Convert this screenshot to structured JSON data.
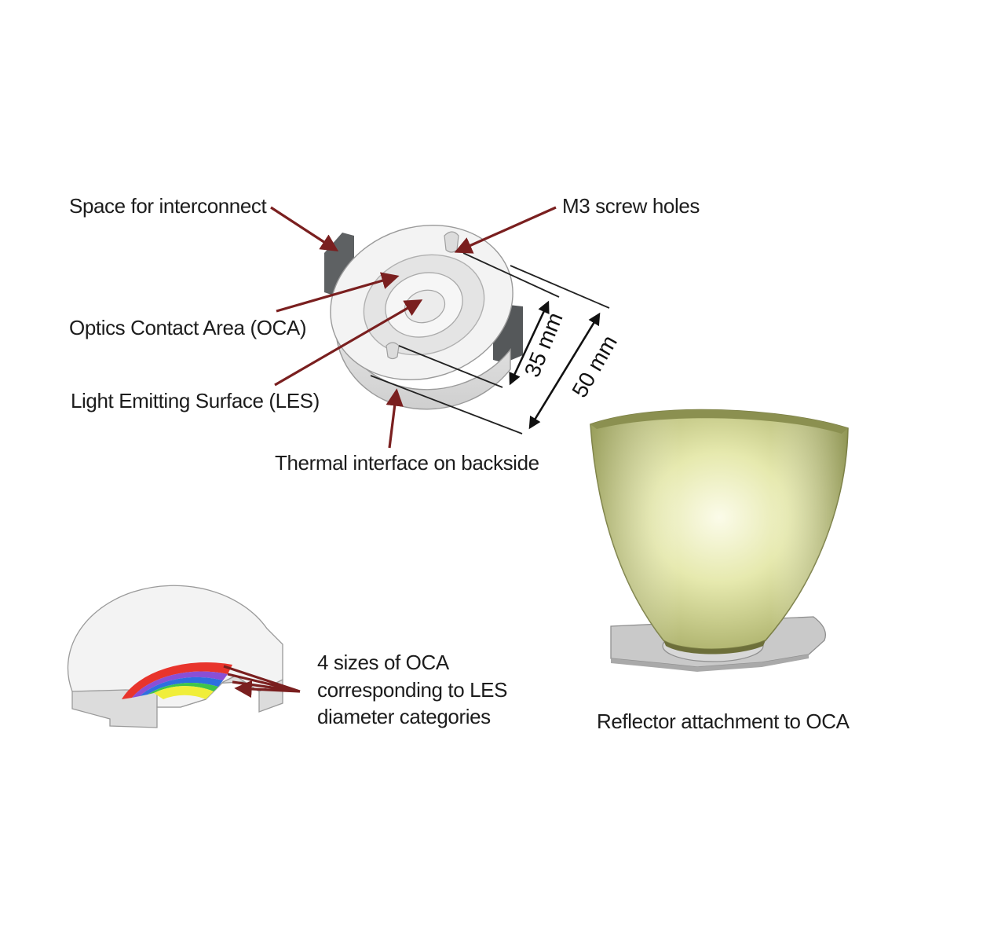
{
  "labels": {
    "interconnect": "Space for interconnect",
    "screw_holes": "M3 screw holes",
    "oca": "Optics Contact Area (OCA)",
    "les": "Light Emitting Surface (LES)",
    "thermal": "Thermal interface on backside",
    "sizes_line1": "4 sizes of OCA",
    "sizes_line2": "corresponding to LES",
    "sizes_line3": "diameter categories",
    "reflector": "Reflector attachment to OCA"
  },
  "dimensions": {
    "inner": "35 mm",
    "outer": "50 mm"
  },
  "colors": {
    "arrow": "#7a1f1f",
    "part_light": "#f1f1f1",
    "part_mid": "#d3d3d3",
    "part_dark": "#5e6163",
    "reflector_inner": "#e8ebb0",
    "reflector_outer": "#9aa05a",
    "oca_rings": [
      "#e8342c",
      "#8a4fd6",
      "#2e6fe0",
      "#3fc44a",
      "#f0ee3a"
    ]
  }
}
